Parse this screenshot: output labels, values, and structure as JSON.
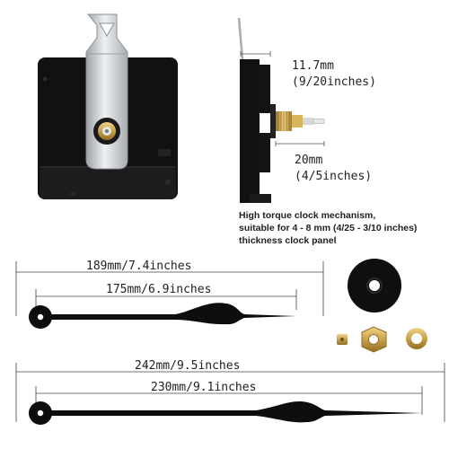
{
  "movement": {
    "top_width": "11.7mm",
    "top_width_inches": "(9/20inches)",
    "shaft_length": "20mm",
    "shaft_length_inches": "(4/5inches)"
  },
  "caption": {
    "line1": "High torque clock mechanism,",
    "line2": "suitable for 4 - 8 mm (4/25 - 3/10 inches)",
    "line3": "thickness clock panel"
  },
  "hands": {
    "first_pair": {
      "outer_length": "189mm/7.4inches",
      "inner_length": "175mm/6.9inches"
    },
    "second_pair": {
      "outer_length": "242mm/9.5inches",
      "inner_length": "230mm/9.1inches"
    }
  },
  "colors": {
    "movement_body": "#111111",
    "hanger_metal": "#c9ccd0",
    "brass": "#c9a24a",
    "hands": "#0d0d0d"
  }
}
